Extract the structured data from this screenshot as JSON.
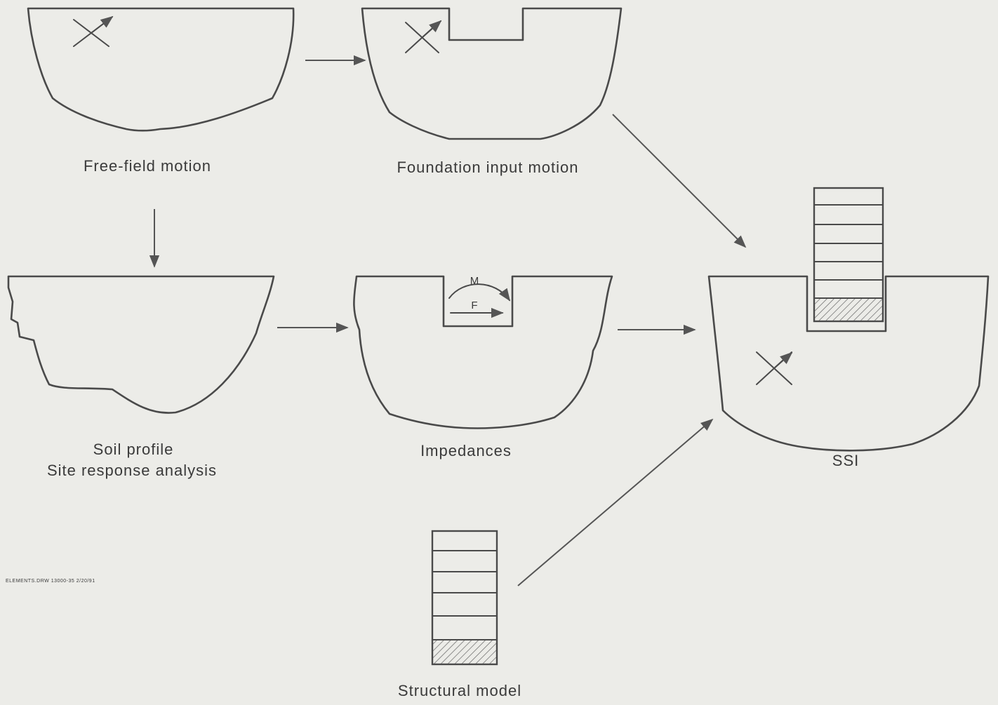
{
  "labels": {
    "free_field": "Free-field motion",
    "foundation_input": "Foundation input motion",
    "soil_profile": "Soil profile",
    "site_response": "Site response analysis",
    "impedances": "Impedances",
    "ssi": "SSI",
    "structural_model": "Structural model",
    "moment": "M",
    "force": "F",
    "file_ref": "ELEMENTS.DRW 13000-35 2/20/91"
  },
  "colors": {
    "background": "#ecece8",
    "line": "#4a4a4a",
    "text": "#3a3a3a"
  }
}
